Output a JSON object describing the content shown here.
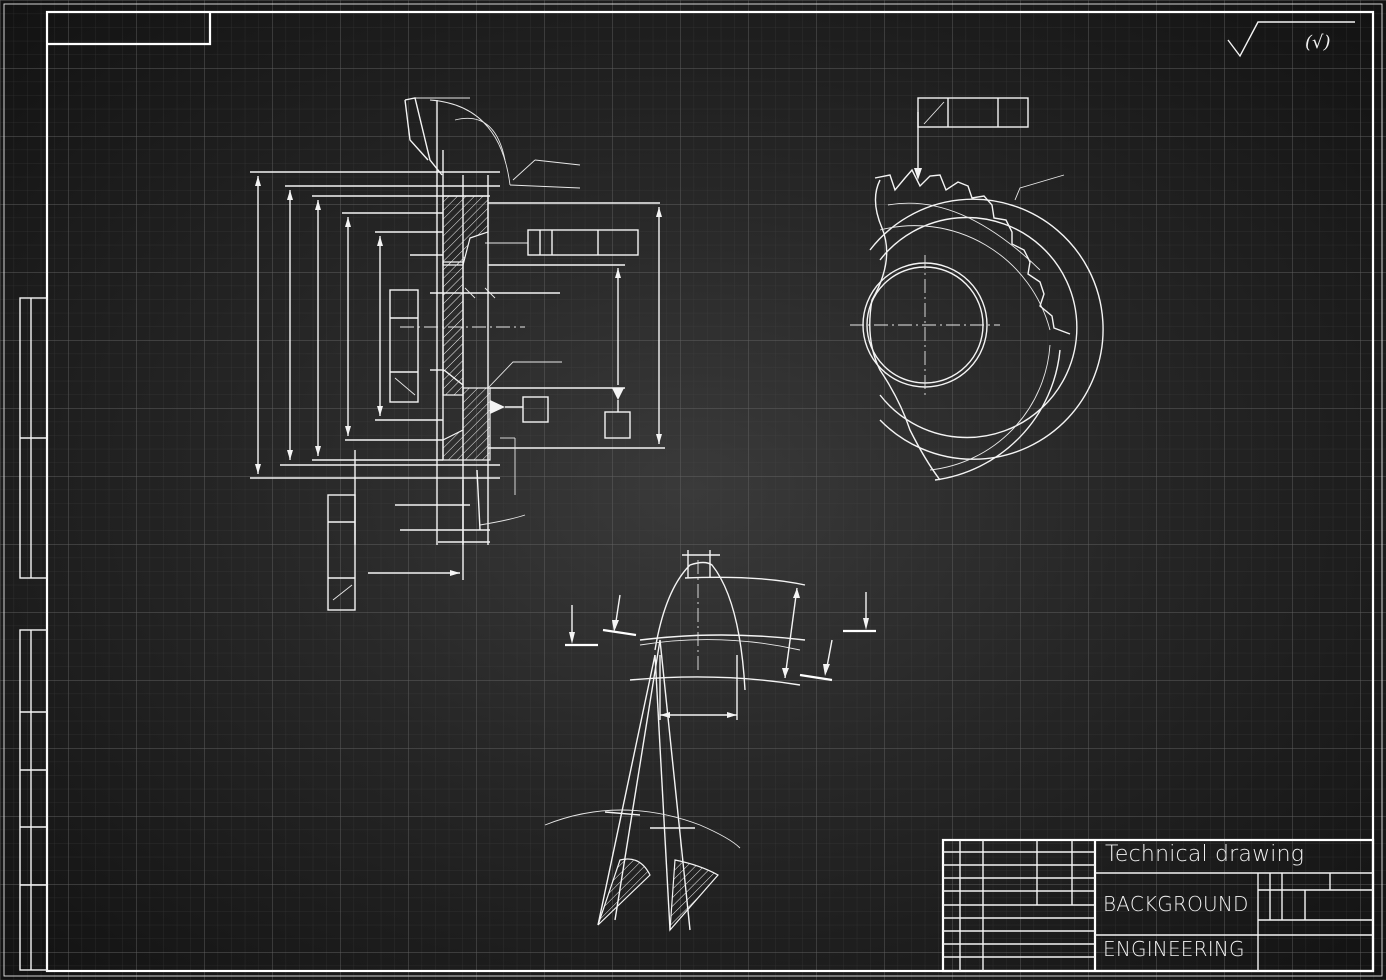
{
  "title_block": {
    "title": "Technical drawing",
    "line2": "BACKGROUND",
    "line3": "ENGINEERING"
  },
  "roughness_symbol": {
    "label": "(√)"
  },
  "colors": {
    "background": "#1c1c1c",
    "grid_minor": "#3a3a3a",
    "grid_major": "#5a5a5a",
    "ink": "#f4f4f4"
  },
  "icons": {
    "roughness": "surface-roughness-icon",
    "gear": "gear-tooth-icon"
  }
}
